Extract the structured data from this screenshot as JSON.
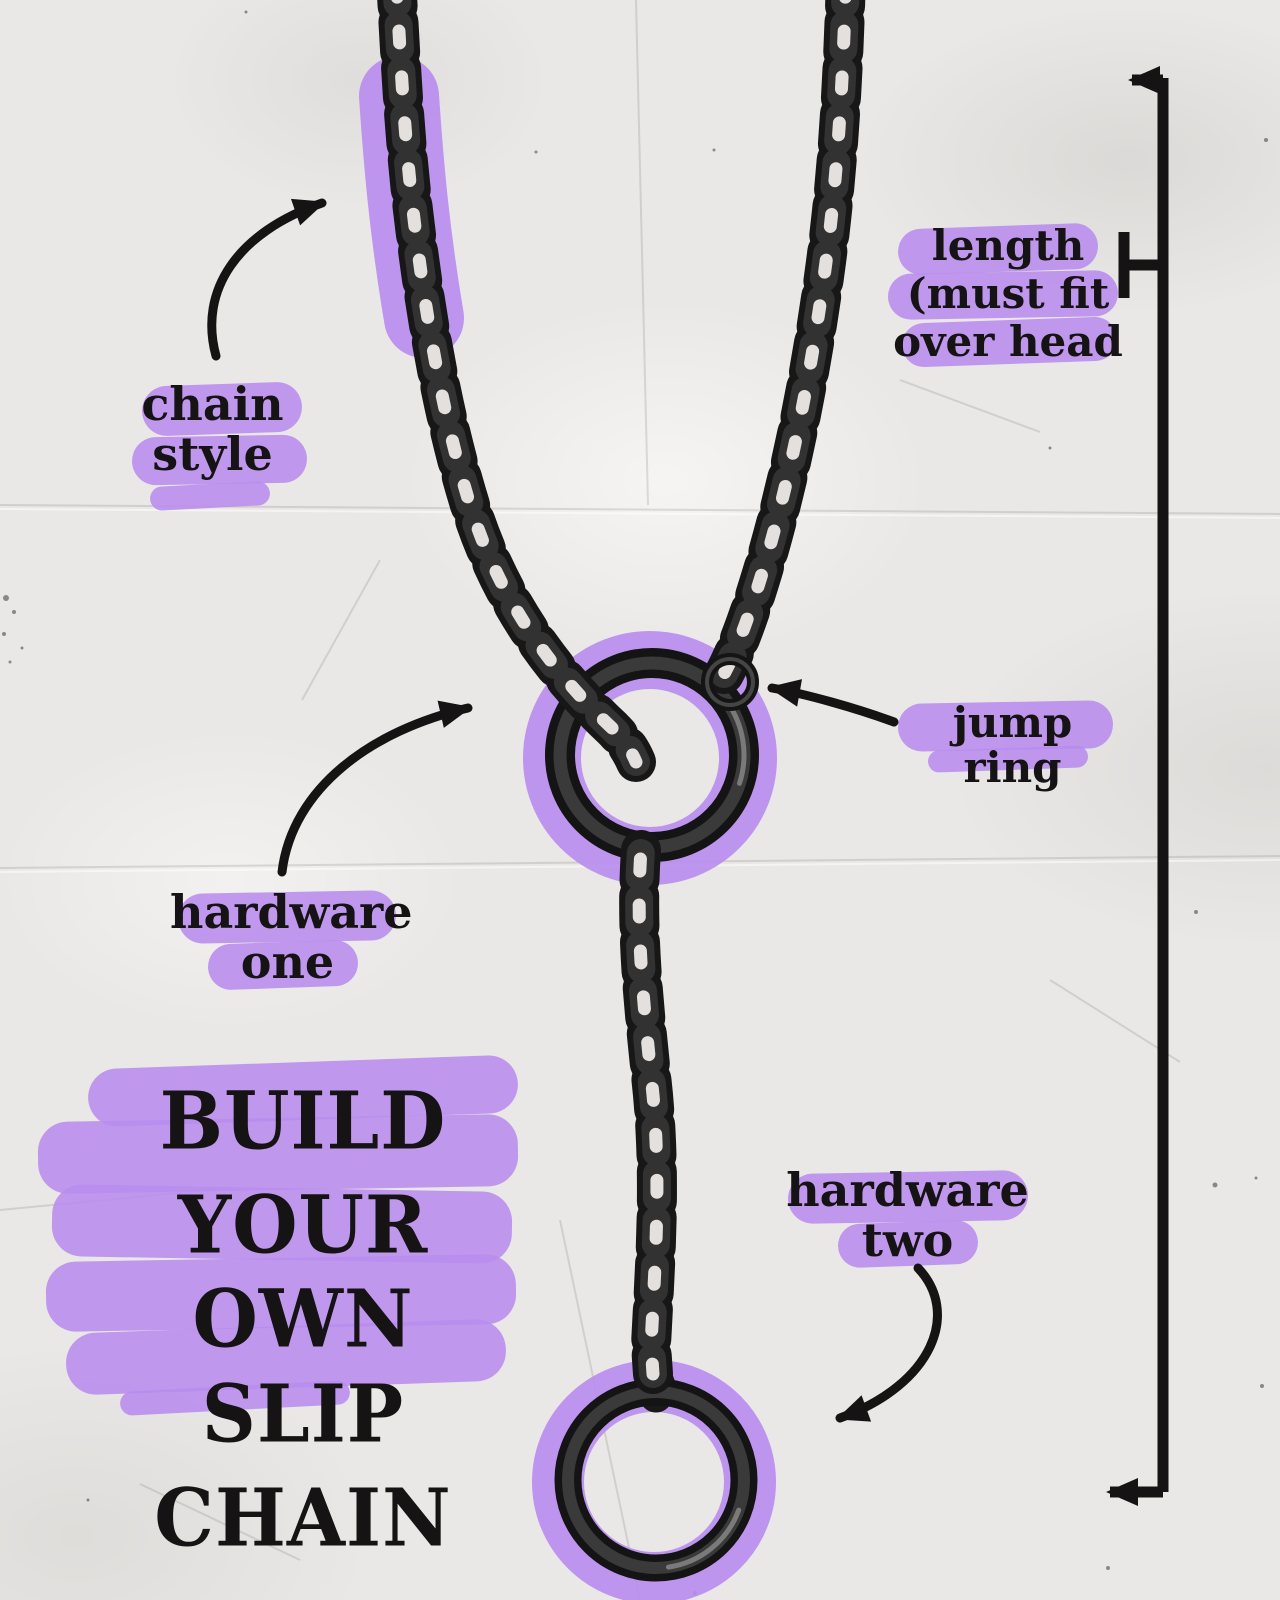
{
  "poster": {
    "title": {
      "line1": "BUILD YOUR",
      "line2": "OWN",
      "line3": "SLIP CHAIN"
    },
    "labels": {
      "chain_style": {
        "line1": "chain",
        "line2": "style"
      },
      "length": {
        "line1": "length",
        "line2": "(must fit",
        "line3": "over head"
      },
      "jump_ring": {
        "line1": "jump ring"
      },
      "hardware_one": {
        "line1": "hardware",
        "line2": "one"
      },
      "hardware_two": {
        "line1": "hardware",
        "line2": "two"
      }
    },
    "colors": {
      "highlight": "#b88cee",
      "ink": "#151313",
      "paper": "#eae8e6",
      "chain": "#181818"
    }
  }
}
